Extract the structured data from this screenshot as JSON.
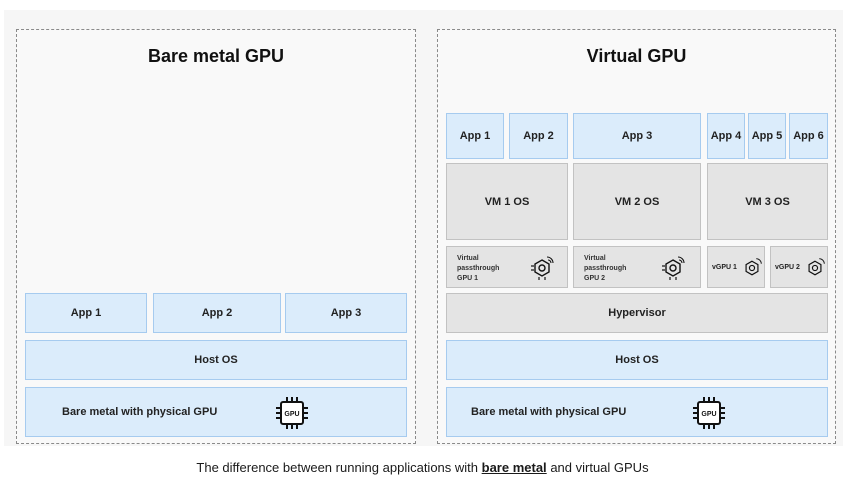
{
  "bare_metal": {
    "title": "Bare metal GPU",
    "apps": [
      "App 1",
      "App 2",
      "App 3"
    ],
    "host_os": "Host OS",
    "hardware": "Bare metal with physical GPU",
    "chip_label": "GPU"
  },
  "virtual": {
    "title": "Virtual GPU",
    "apps": [
      "App 1",
      "App 2",
      "App 3",
      "App 4",
      "App 5",
      "App 6"
    ],
    "vms": [
      "VM 1 OS",
      "VM 2 OS",
      "VM 3 OS"
    ],
    "gpus": [
      {
        "line1": "Virtual",
        "line2": "passthrough",
        "line3": "GPU 1"
      },
      {
        "line1": "Virtual",
        "line2": "passthrough",
        "line3": "GPU 2"
      },
      {
        "label": "vGPU 1"
      },
      {
        "label": "vGPU 2"
      }
    ],
    "hypervisor": "Hypervisor",
    "host_os": "Host OS",
    "hardware": "Bare metal with physical GPU",
    "chip_label": "GPU"
  },
  "caption": {
    "prefix": "The difference between running applications with",
    "link": "bare metal",
    "suffix": "and virtual GPUs"
  }
}
